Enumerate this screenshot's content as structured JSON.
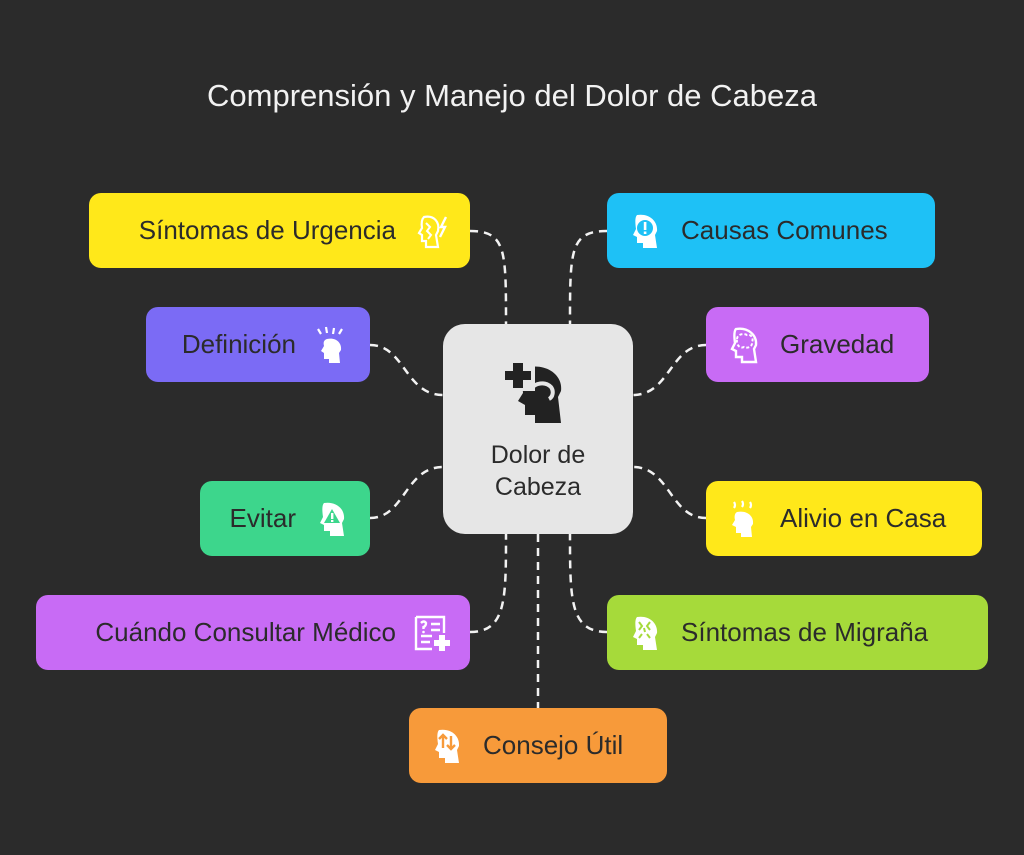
{
  "title": "Comprensión y Manejo del Dolor de Cabeza",
  "center": {
    "label": "Dolor de Cabeza",
    "icon": "head-plus-icon"
  },
  "nodes": [
    {
      "label": "Síntomas de Urgencia",
      "color": "#ffe81a",
      "icon": "head-lightning-icon"
    },
    {
      "label": "Causas Comunes",
      "color": "#1ec1f6",
      "icon": "head-exclamation-icon"
    },
    {
      "label": "Definición",
      "color": "#7b6bf5",
      "icon": "head-pain-icon"
    },
    {
      "label": "Gravedad",
      "color": "#c86bf5",
      "icon": "head-brain-icon"
    },
    {
      "label": "Evitar",
      "color": "#3dd68c",
      "icon": "head-warning-icon"
    },
    {
      "label": "Alivio en Casa",
      "color": "#ffe81a",
      "icon": "head-relief-icon"
    },
    {
      "label": "Cuándo Consultar Médico",
      "color": "#c86bf5",
      "icon": "medical-form-icon"
    },
    {
      "label": "Síntomas de Migraña",
      "color": "#a6da3a",
      "icon": "head-migraine-icon"
    },
    {
      "label": "Consejo Útil",
      "color": "#f79a3a",
      "icon": "head-arrows-icon"
    }
  ]
}
